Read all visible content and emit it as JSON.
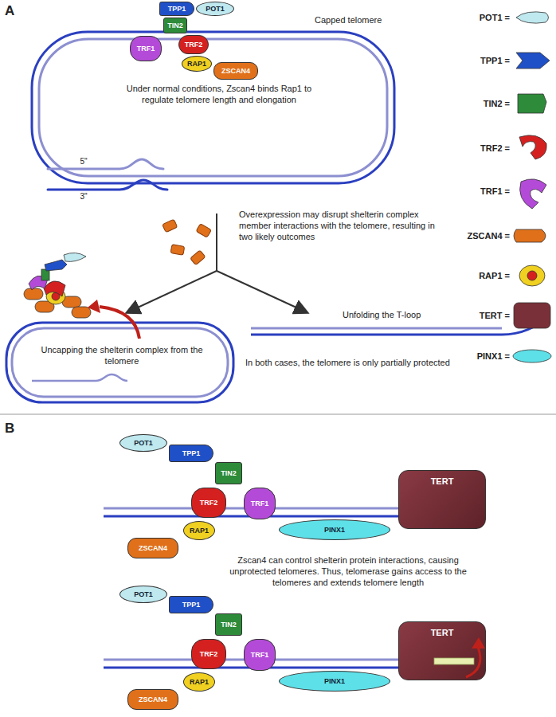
{
  "diagram": {
    "nodes": [
      {
        "text": [
          "TPP1"
        ]
      },
      {
        "text": [
          "POT1"
        ]
      },
      {
        "text": [
          "TIN2"
        ]
      },
      {
        "text": [
          "TRF1"
        ]
      },
      {
        "text": [
          "TRF2"
        ]
      },
      {
        "text": [
          "RAP1"
        ]
      },
      {
        "text": [
          "ZSCAN4"
        ]
      },
      {
        "text": [
          "POT1"
        ]
      },
      {
        "text": [
          "TPP1"
        ]
      },
      {
        "text": [
          "TIN2"
        ]
      },
      {
        "text": [
          "TRF2"
        ]
      },
      {
        "text": [
          "TRF1"
        ]
      },
      {
        "text": [
          "RAP1"
        ]
      },
      {
        "text": [
          "ZSCAN4"
        ]
      },
      {
        "text": [
          "PINX1"
        ]
      },
      {
        "text": [
          "TERT"
        ]
      },
      {
        "text": [
          "POT1"
        ]
      },
      {
        "text": [
          "TPP1"
        ]
      },
      {
        "text": [
          "TIN2"
        ]
      },
      {
        "text": [
          "TRF2"
        ]
      },
      {
        "text": [
          "TRF1"
        ]
      },
      {
        "text": [
          "RAP1"
        ]
      },
      {
        "text": [
          "ZSCAN4"
        ]
      },
      {
        "text": [
          "PINX1"
        ]
      },
      {
        "text": [
          "TERT"
        ]
      }
    ],
    "labels": [
      "A",
      "Capped telomere",
      "Under normal conditions, Zscan4 binds Rap1 to regulate telomere length and elongation",
      "5\"",
      "3\"",
      "Overexpression may disrupt shelterin complex member interactions with the telomere, resulting in two likely outcomes",
      "Uncapping the shelterin complex from the telomere",
      "Unfolding the T-loop",
      "In both cases, the telomere is only partially protected",
      "B",
      "Zscan4 can control shelterin protein interactions, causing unprotected telomeres. Thus, telomerase gains access to the telomeres and extends telomere length"
    ],
    "legend": [
      {
        "text": "POT1 ="
      },
      {
        "text": "TPP1 ="
      },
      {
        "text": "TIN2 ="
      },
      {
        "text": "TRF2 ="
      },
      {
        "text": "TRF1 ="
      },
      {
        "text": "ZSCAN4 ="
      },
      {
        "text": "RAP1 ="
      },
      {
        "text": "TERT ="
      },
      {
        "text": "PINX1 ="
      }
    ]
  }
}
